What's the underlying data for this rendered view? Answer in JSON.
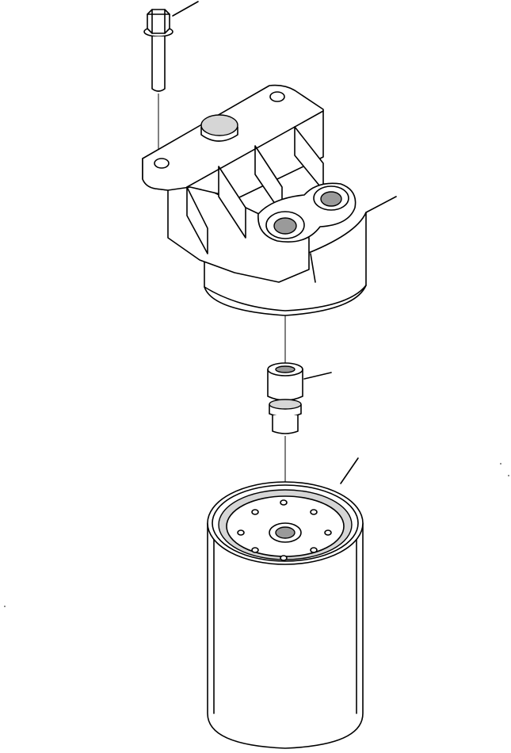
{
  "diagram": {
    "parts": [
      {
        "id": "mounting-bolt",
        "label": ""
      },
      {
        "id": "filter-head",
        "label": ""
      },
      {
        "id": "adapter-nipple",
        "label": ""
      },
      {
        "id": "filter-cartridge",
        "label": ""
      }
    ],
    "line_color": "#000000",
    "background": "#ffffff"
  }
}
